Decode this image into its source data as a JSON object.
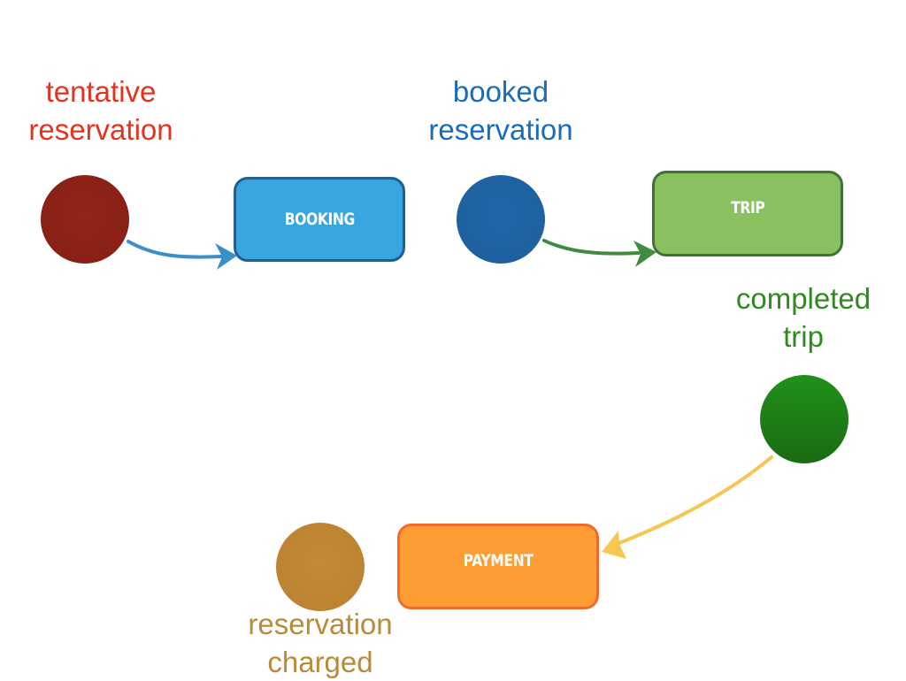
{
  "states": {
    "tentative": {
      "line1": "tentative",
      "line2": "reservation",
      "color": "#e5321d",
      "fill": "#8b2216"
    },
    "booked": {
      "line1": "booked",
      "line2": "reservation",
      "color": "#1a6bb9",
      "fill": "#1f63a2"
    },
    "completed": {
      "line1": "completed",
      "line2": "trip",
      "color": "#2f8a1f",
      "fill": "#1e7a12"
    },
    "charged": {
      "line1": "reservation",
      "line2": "charged",
      "color": "#b98a39",
      "fill": "#bf8632"
    }
  },
  "processes": {
    "booking": {
      "label": "BOOKING",
      "fill": "#38a6de",
      "border": "#1f5f8d"
    },
    "trip": {
      "label": "TRIP",
      "fill": "#8bc060",
      "border": "#3f7237"
    },
    "payment": {
      "label": "PAYMENT",
      "fill": "#fd9d33",
      "border": "#f06a2a"
    }
  },
  "arrows": {
    "a1": {
      "color": "#3a8fc9"
    },
    "a2": {
      "color": "#3f8c3f"
    },
    "a3": {
      "color": "#f7c552"
    }
  }
}
